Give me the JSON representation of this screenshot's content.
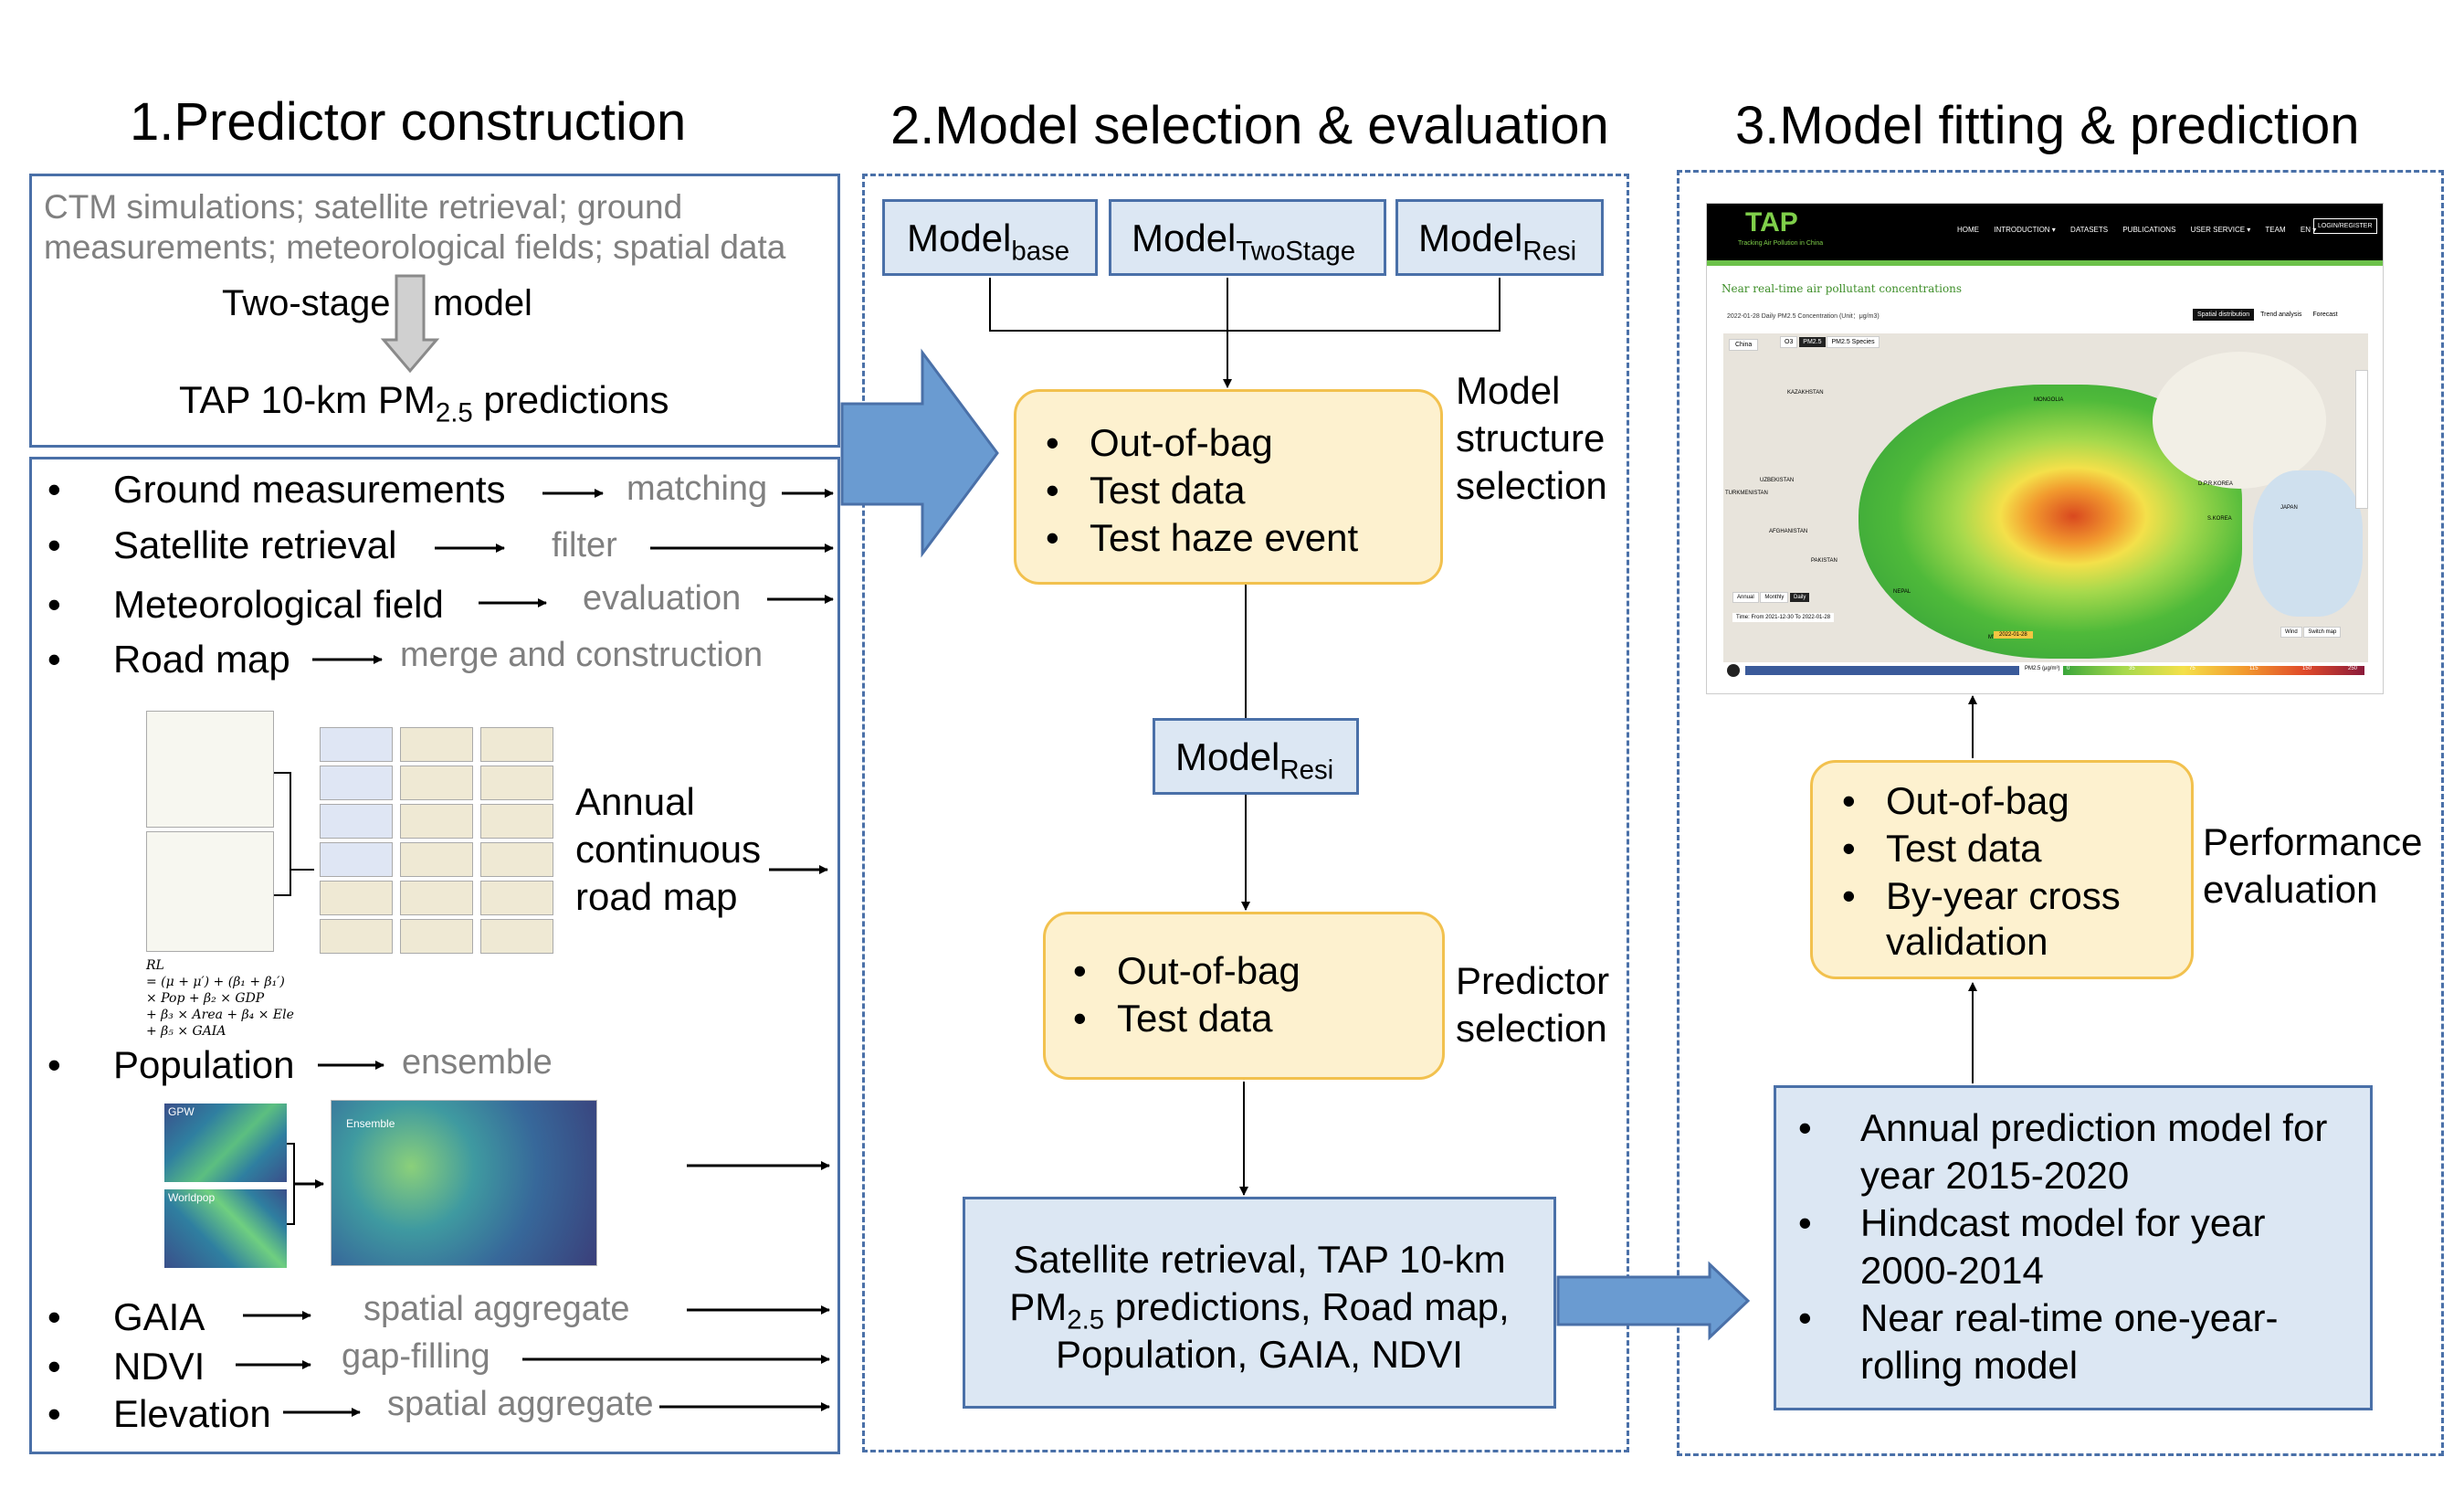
{
  "headings": {
    "h1": "1.Predictor construction",
    "h2": "2.Model selection & evaluation",
    "h3": "3.Model fitting & prediction"
  },
  "panel1": {
    "top_line1": "CTM simulations; satellite retrieval; ground",
    "top_line2": "measurements; meteorological fields; spatial data",
    "two_stage_left": "Two-stage",
    "two_stage_right": "model",
    "tap_prefix": "TAP 10-km PM",
    "tap_sub": "2.5",
    "tap_suffix": " predictions",
    "items": [
      {
        "label": "Ground measurements",
        "process": "matching"
      },
      {
        "label": "Satellite retrieval",
        "process": "filter"
      },
      {
        "label": "Meteorological field",
        "process": "evaluation"
      },
      {
        "label": "Road map",
        "process": "merge and construction"
      },
      {
        "label": "Population",
        "process": "ensemble"
      },
      {
        "label": "GAIA",
        "process": "spatial aggregate"
      },
      {
        "label": "NDVI",
        "process": "gap-filling"
      },
      {
        "label": "Elevation",
        "process": "spatial aggregate"
      }
    ],
    "road_map_text": [
      "Annual",
      "continuous",
      "road map"
    ],
    "road_formula": [
      "RL",
      "= (μ + μ′) + (β₁ + β₁′)",
      "× Pop + β₂ × GDP",
      "+ β₃ × Area + β₄ × Ele",
      "+ β₅ × GAIA"
    ],
    "pop_labels": {
      "gpw": "GPW",
      "worldpop": "Worldpop",
      "ensemble": "Ensemble"
    }
  },
  "panel2": {
    "models": [
      {
        "base": "Model",
        "sub": "base"
      },
      {
        "base": "Model",
        "sub": "TwoStage"
      },
      {
        "base": "Model",
        "sub": "Resi"
      }
    ],
    "structure_items": [
      "Out-of-bag",
      "Test data",
      "Test haze event"
    ],
    "structure_label": [
      "Model",
      "structure",
      "selection"
    ],
    "model_resi": {
      "base": "Model",
      "sub": "Resi"
    },
    "predictor_items": [
      "Out-of-bag",
      "Test data"
    ],
    "predictor_label": [
      "Predictor",
      "selection"
    ],
    "final_line1": "Satellite retrieval, TAP 10-km",
    "final_line2_prefix": "PM",
    "final_line2_sub": "2.5",
    "final_line2_suffix": " predictions, Road map,",
    "final_line3": "Population, GAIA, NDVI"
  },
  "panel3": {
    "screenshot": {
      "logo": "TAP",
      "logo_sub": "Tracking Air Pollution in China",
      "nav": [
        "HOME",
        "INTRODUCTION ▾",
        "DATASETS",
        "PUBLICATIONS",
        "USER SERVICE ▾",
        "TEAM",
        "EN ▾"
      ],
      "login": "LOGIN/REGISTER",
      "section_title": "Near real-time air pollutant concentrations",
      "map_caption": "2022-01-28 Daily PM2.5 Concentration (Unit：μg/m3)",
      "tabs": [
        "Spatial distribution",
        "Trend analysis",
        "Forecast"
      ],
      "region": "China",
      "pollutants": [
        "O3",
        "PM2.5",
        "PM2.5 Species"
      ],
      "period_tabs": [
        "Annual",
        "Monthly",
        "Daily"
      ],
      "time_text": "Time: From 2021-12-30 To 2022-01-28",
      "date_badge": "2022-01-28",
      "legend_unit": "PM2.5 (μg/m³)",
      "legend_ticks": [
        "0",
        "35",
        "75",
        "115",
        "150",
        "250"
      ],
      "place_labels": [
        "KAZAKHSTAN",
        "MONGOLIA",
        "UZBEKISTAN",
        "TURKMENISTAN",
        "AFGHANISTAN",
        "PAKISTAN",
        "NEPAL",
        "D.P.R.KOREA",
        "S.KOREA",
        "JAPAN",
        "MYANMAR"
      ],
      "buttons": [
        "Wind",
        "Switch map"
      ]
    },
    "perf_items": [
      "Out-of-bag",
      "Test data",
      "By-year cross",
      "validation"
    ],
    "perf_label": [
      "Performance",
      "evaluation"
    ],
    "final_items": [
      [
        "Annual prediction model for",
        "year 2015-2020"
      ],
      [
        "Hindcast model for year",
        "2000-2014"
      ],
      [
        "Near real-time one-year-",
        "rolling model"
      ]
    ]
  },
  "colors": {
    "box_border": "#4a70a8",
    "blue_fill": "#dce7f3",
    "yellow_fill": "#fdf1cf",
    "yellow_border": "#f2c14e",
    "arrow_fill": "#6a9bd1",
    "gray_text": "#808080"
  }
}
